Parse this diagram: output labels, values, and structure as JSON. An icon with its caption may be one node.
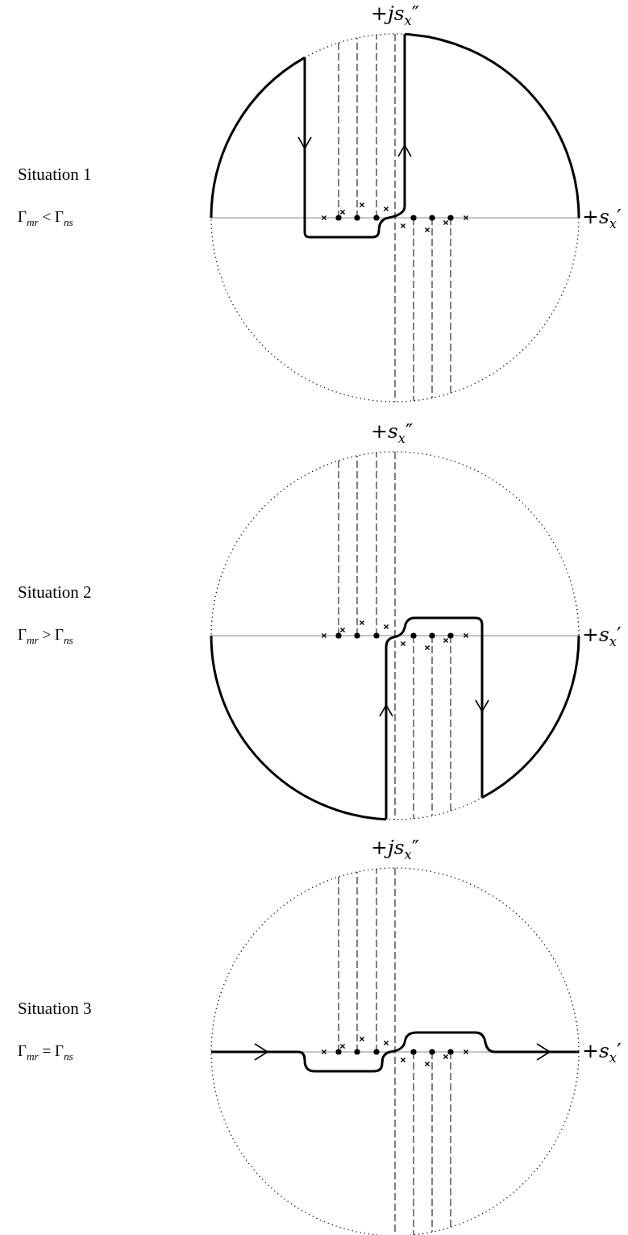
{
  "diagram": {
    "labels": [
      "+*js*$_{x}$″",
      "Situation 1",
      "Γ$_{mr}$ < Γ$_{ns}$",
      "+*s*$_{x}$′",
      "+*s*$_{x}$″",
      "Situation 2",
      "Γ$_{mr}$ > Γ$_{ns}$",
      "+*s*$_{x}$′",
      "+*js*$_{x}$″",
      "Situation 3",
      "Γ$_{mr}$ = Γ$_{ns}$",
      "+*s*$_{x}$′"
    ]
  }
}
